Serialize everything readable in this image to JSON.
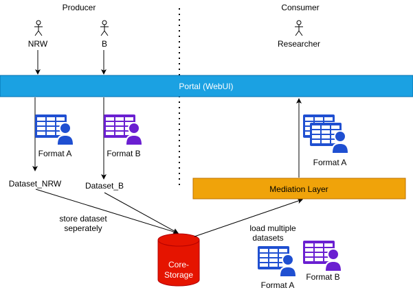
{
  "lanes": {
    "producer": "Producer",
    "consumer": "Consumer"
  },
  "actors": {
    "nrw": "NRW",
    "b": "B",
    "researcher": "Researcher"
  },
  "portal": {
    "label": "Portal (WebUI)",
    "fill": "#1BA1E2",
    "stroke": "#006EAF"
  },
  "mediation": {
    "label": "Mediation Layer",
    "fill": "#F0A30A",
    "stroke": "#BD7000"
  },
  "storage": {
    "label_line1": "Core-",
    "label_line2": "Storage",
    "fill": "#E51400",
    "stroke": "#B20000"
  },
  "formats": {
    "producer_a": "Format A",
    "producer_b": "Format B",
    "consumer_a": "Format A",
    "storage_a": "Format A",
    "storage_b": "Format B"
  },
  "datasets": {
    "nrw": "Dataset_NRW",
    "b": "Dataset_B"
  },
  "edge_labels": {
    "store_line1": "store dataset",
    "store_line2": "seperately",
    "load_line1": "load multiple",
    "load_line2": "datasets"
  },
  "icon_colors": {
    "format_a": "#1F4FD1",
    "format_b": "#6A1FD1"
  }
}
